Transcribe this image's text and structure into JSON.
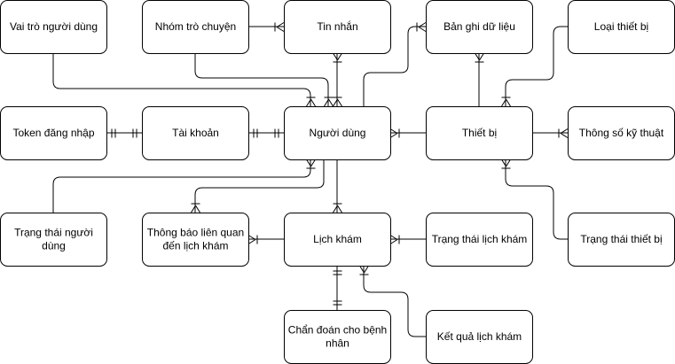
{
  "entities": {
    "vai_tro": "Vai trò người dùng",
    "nhom_tro_chuyen": "Nhóm trò chuyện",
    "tin_nhan": "Tin nhắn",
    "ban_ghi": "Bản ghi dữ liệu",
    "loai_thiet_bi": "Loại thiết bị",
    "token": "Token đăng nhập",
    "tai_khoan": "Tài khoản",
    "nguoi_dung": "Người dùng",
    "thiet_bi": "Thiết bị",
    "thong_so": "Thông số kỹ thuật",
    "trang_thai_nguoi_dung": [
      "Trạng thái người",
      "dùng"
    ],
    "thong_bao": [
      "Thông báo liên quan",
      "đến lịch khám"
    ],
    "lich_kham": "Lịch khám",
    "trang_thai_lich_kham": "Trạng thái lịch khám",
    "trang_thai_thiet_bi": "Trạng thái thiết bị",
    "chan_doan": [
      "Chẩn đoán cho bệnh",
      "nhân"
    ],
    "ket_qua": "Kết quả lịch khám"
  },
  "colors": {
    "stroke": "#000000",
    "fill": "#ffffff"
  }
}
